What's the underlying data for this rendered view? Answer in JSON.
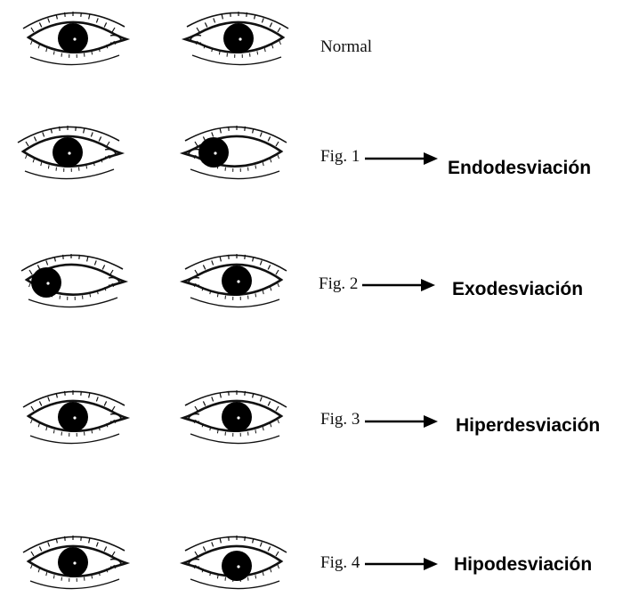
{
  "rows": [
    {
      "id": "normal",
      "fig_label": "Normal",
      "term": "",
      "arrow": false,
      "left_pupil": "center",
      "right_pupil": "center"
    },
    {
      "id": "fig1",
      "fig_label": "Fig. 1",
      "term": "Endodesviación",
      "arrow": true,
      "left_pupil": "center",
      "right_pupil": "nasal"
    },
    {
      "id": "fig2",
      "fig_label": "Fig. 2",
      "term": "Exodesviación",
      "arrow": true,
      "left_pupil": "temporal",
      "right_pupil": "center"
    },
    {
      "id": "fig3",
      "fig_label": "Fig. 3",
      "term": "Hiperdesviación",
      "arrow": true,
      "left_pupil": "center",
      "right_pupil": "center"
    },
    {
      "id": "fig4",
      "fig_label": "Fig. 4",
      "term": "Hipodesviación",
      "arrow": true,
      "left_pupil": "center",
      "right_pupil": "center-low"
    }
  ],
  "colors": {
    "ink": "#111111",
    "pupil": "#000000",
    "highlight": "#ffffff",
    "background": "#ffffff"
  }
}
